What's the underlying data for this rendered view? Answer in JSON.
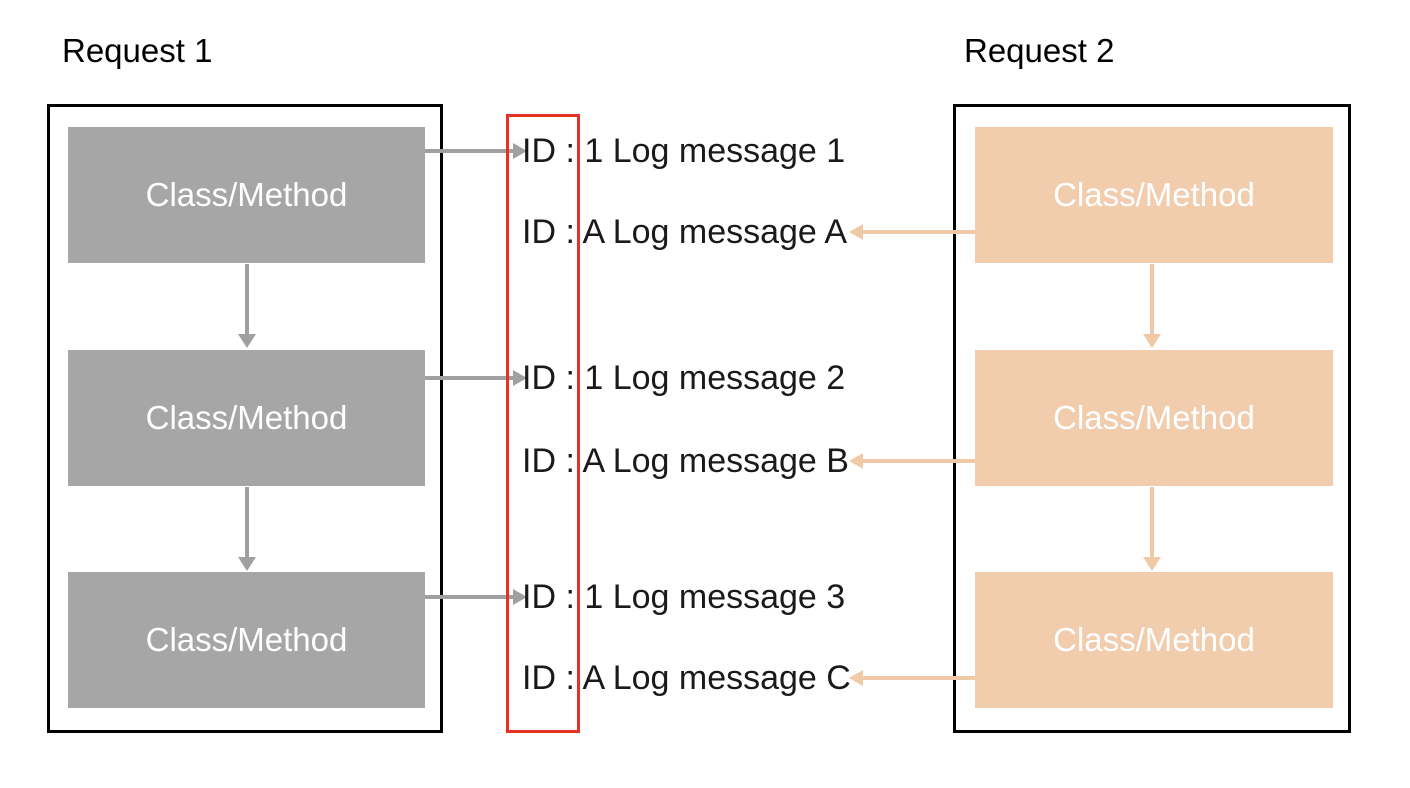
{
  "request1": {
    "title": "Request 1",
    "boxes": [
      {
        "label": "Class/Method"
      },
      {
        "label": "Class/Method"
      },
      {
        "label": "Class/Method"
      }
    ]
  },
  "request2": {
    "title": "Request 2",
    "boxes": [
      {
        "label": "Class/Method"
      },
      {
        "label": "Class/Method"
      },
      {
        "label": "Class/Method"
      }
    ]
  },
  "log_column": {
    "lines": [
      {
        "text": "ID : 1 Log message 1"
      },
      {
        "text": "ID : A Log message A"
      },
      {
        "text": "ID : 1 Log message 2"
      },
      {
        "text": "ID : A Log message B"
      },
      {
        "text": "ID : 1 Log message 3"
      },
      {
        "text": "ID : A Log message C"
      }
    ]
  },
  "colors": {
    "request1_box": "#A6A6A6",
    "request1_connector": "#A0A0A0",
    "request2_box": "#F1CDAD",
    "request2_connector": "#F0C9A6",
    "id_highlight_border": "#E93024",
    "container_border": "#000000",
    "box_label_text": "#FFFFFF",
    "log_text": "#1A1A1A",
    "background": "#FFFFFF"
  }
}
